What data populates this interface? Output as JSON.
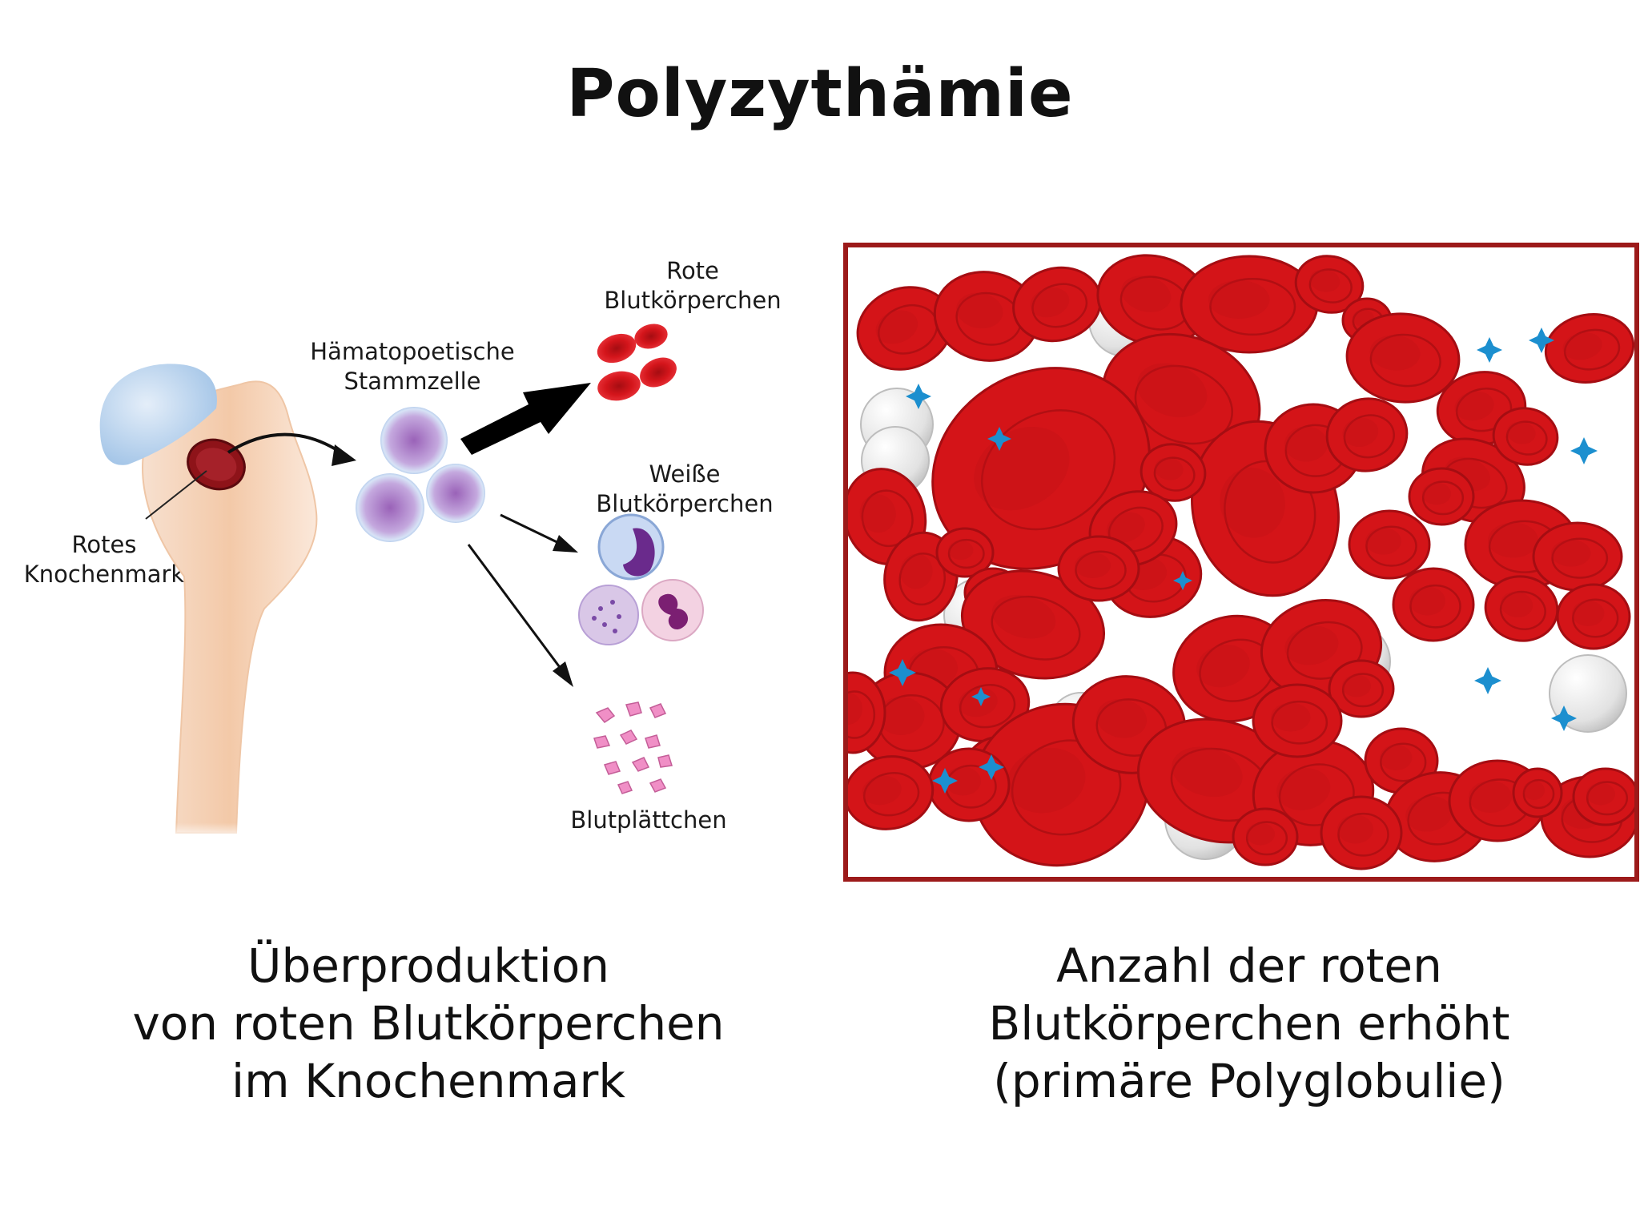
{
  "title": "Polyzythämie",
  "labels": {
    "bone_marrow": [
      "Rotes",
      "Knochenmark"
    ],
    "stem_cell": [
      "Hämatopoetische",
      "Stammzelle"
    ],
    "red_cells": [
      "Rote",
      "Blutkörperchen"
    ],
    "white_cells": [
      "Weiße",
      "Blutkörperchen"
    ],
    "platelets": "Blutplättchen"
  },
  "captions": {
    "left": [
      "Überproduktion",
      "von roten Blutkörperchen",
      "im Knochenmark"
    ],
    "right": [
      "Anzahl der roten",
      "Blutkörperchen erhöht",
      "(primäre Polyglobulie)"
    ]
  },
  "colors": {
    "red_cell": "#d41418",
    "red_cell_dark": "#a50d12",
    "frame": "#9c1a1a",
    "white_cell": "#e6e6e6",
    "platelet": "#1c8fcf",
    "stem_cell": "#a98ad2"
  }
}
